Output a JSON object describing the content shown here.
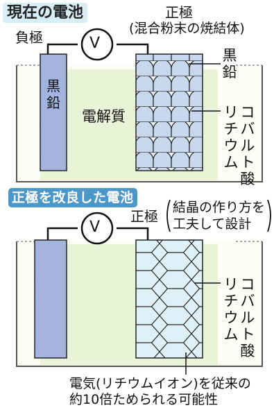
{
  "top": {
    "title": "現在の電池",
    "anode_label": "負極",
    "cathode_label": "正極",
    "cathode_note": "(混合粉末の焼結体)",
    "voltmeter": "V",
    "anode_material": "黒鉛",
    "electrolyte": "電解質",
    "graphite_label": "黒鉛",
    "lco_label": "リチウム\nコバルト酸"
  },
  "bottom": {
    "title": "正極を改良した電池",
    "cathode_label": "正極",
    "cathode_note_line1": "結晶の作り方を",
    "cathode_note_line2": "工夫して設計",
    "voltmeter": "V",
    "lco_label": "リチウム\nコバルト酸",
    "caption_line1": "電気(リチウムイオン)を従来の",
    "caption_line2": "約10倍ためられる可能性"
  }
}
